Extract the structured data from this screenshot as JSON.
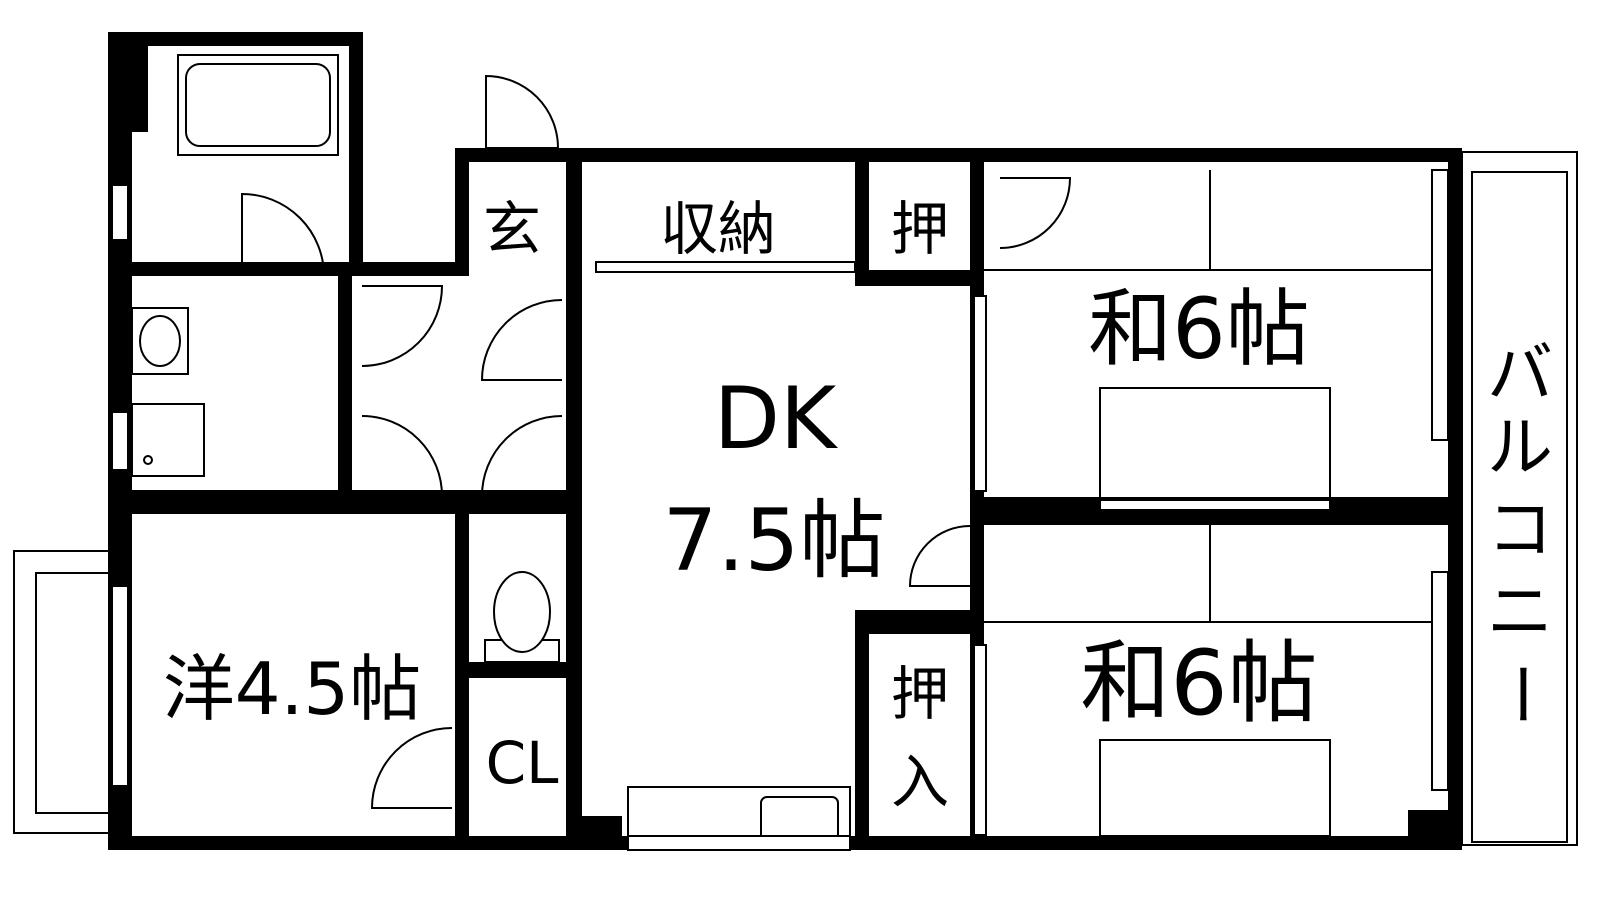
{
  "labels": {
    "entrance": "玄",
    "storage": "収納",
    "closet_top": "押",
    "dk_name": "DK",
    "dk_size": "7.5帖",
    "washitsu_1": "和6帖",
    "washitsu_2": "和6帖",
    "western_room": "洋4.5帖",
    "closet_cl": "CL",
    "closet_bottom_1": "押",
    "closet_bottom_2": "入",
    "balcony": [
      "バ",
      "ル",
      "コ",
      "ニ",
      "ー"
    ]
  },
  "colors": {
    "wall": "#000000",
    "background": "#ffffff"
  }
}
